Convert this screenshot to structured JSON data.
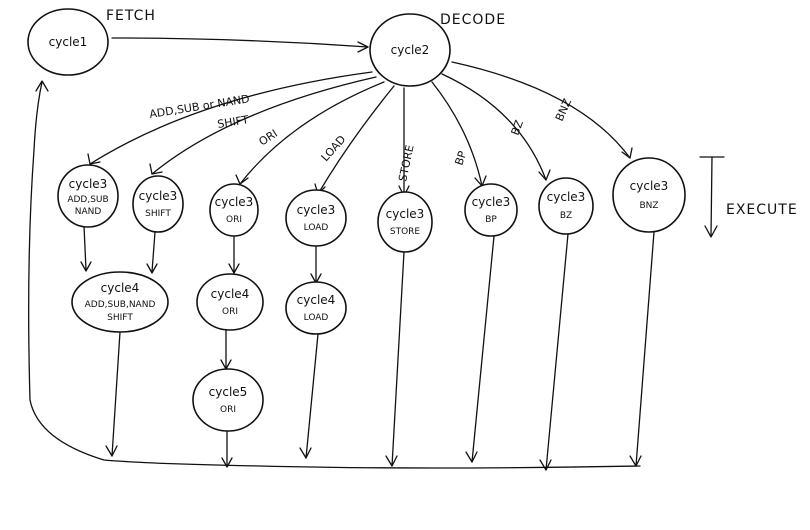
{
  "phases": {
    "fetch": "FETCH",
    "decode": "DECODE",
    "execute": "EXECUTE"
  },
  "nodes": {
    "cycle1": {
      "label": "cycle1"
    },
    "cycle2": {
      "label": "cycle2"
    },
    "c3_alu": {
      "label": "cycle3",
      "sub": [
        "ADD,SUB",
        "NAND"
      ]
    },
    "c3_shift": {
      "label": "cycle3",
      "sub": [
        "SHIFT"
      ]
    },
    "c3_ori": {
      "label": "cycle3",
      "sub": [
        "ORI"
      ]
    },
    "c3_load": {
      "label": "cycle3",
      "sub": [
        "LOAD"
      ]
    },
    "c3_store": {
      "label": "cycle3",
      "sub": [
        "STORE"
      ]
    },
    "c3_bp": {
      "label": "cycle3",
      "sub": [
        "BP"
      ]
    },
    "c3_bz": {
      "label": "cycle3",
      "sub": [
        "BZ"
      ]
    },
    "c3_bnz": {
      "label": "cycle3",
      "sub": [
        "BNZ"
      ]
    },
    "c4_alu": {
      "label": "cycle4",
      "sub": [
        "ADD,SUB,NAND",
        "SHIFT"
      ]
    },
    "c4_ori": {
      "label": "cycle4",
      "sub": [
        "ORI"
      ]
    },
    "c4_load": {
      "label": "cycle4",
      "sub": [
        "LOAD"
      ]
    },
    "c5_ori": {
      "label": "cycle5",
      "sub": [
        "ORI"
      ]
    }
  },
  "edge_labels": {
    "alu": "ADD,SUB or NAND",
    "shift": "SHIFT",
    "ori": "ORI",
    "load": "LOAD",
    "store": "STORE",
    "bp": "BP",
    "bz": "BZ",
    "bnz": "BNZ"
  }
}
